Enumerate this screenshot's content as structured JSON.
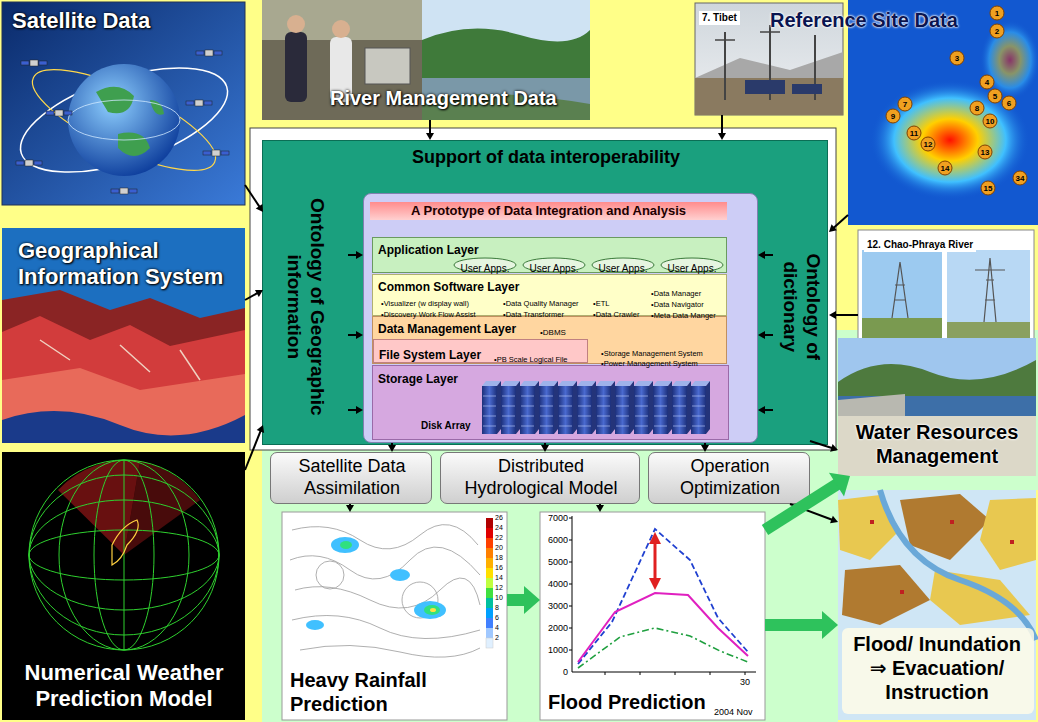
{
  "diagram": {
    "nodes": [
      {
        "text": [
          "Satellite Data"
        ]
      },
      {
        "text": [
          "River Management Data"
        ]
      },
      {
        "text": [
          "7. Tibet"
        ]
      },
      {
        "text": [
          "Reference Site Data"
        ]
      },
      {
        "text": [
          "Support of data interoperability"
        ]
      },
      {
        "text": [
          "Ontology of Geographic information"
        ],
        "in": 4
      },
      {
        "text": [
          "Ontology of dictionary"
        ],
        "in": 4
      },
      {
        "text": [
          "A Prototype of Data Integration and Analysis"
        ],
        "in": 4
      },
      {
        "text": [
          "Application Layer"
        ],
        "in": 7
      },
      {
        "text": [
          "User Apps."
        ],
        "in": 8
      },
      {
        "text": [
          "User Apps."
        ],
        "in": 8
      },
      {
        "text": [
          "User Apps."
        ],
        "in": 8
      },
      {
        "text": [
          "User Apps."
        ],
        "in": 8
      },
      {
        "text": [
          "Common Software Layer",
          "•Visualizer (w display wall)",
          "•Discovery Work Flow Assist",
          "•Data Quality Manager",
          "•Data Transformer",
          "•ETL",
          "•Data Crawler",
          "•Data Manager",
          "•Data Navigator",
          "•Meta Data Manger"
        ],
        "in": 7
      },
      {
        "text": [
          "Data Management Layer",
          "•DBMS",
          "•Storage Management System",
          "•Power Management System"
        ],
        "in": 7
      },
      {
        "text": [
          "File System Layer",
          "•PB Scale Logical File"
        ],
        "in": 14
      },
      {
        "text": [
          "Storage Layer",
          "Disk Array"
        ],
        "in": 7
      },
      {
        "text": [
          "Geographical Information System"
        ]
      },
      {
        "text": [
          "12. Chao-Phraya River"
        ]
      },
      {
        "text": [
          "Satellite Data Assimilation"
        ]
      },
      {
        "text": [
          "Distributed Hydrological Model"
        ]
      },
      {
        "text": [
          "Operation Optimization"
        ]
      },
      {
        "text": [
          "Water Resources Management"
        ]
      },
      {
        "text": [
          "Numerical Weather Prediction Model"
        ]
      },
      {
        "text": [
          "Heavy Rainfall Prediction"
        ]
      },
      {
        "text": [
          "Flood Prediction"
        ]
      },
      {
        "text": [
          "Flood/ Inundation ⇒ Evacuation/ Instruction"
        ]
      }
    ],
    "edges": [
      {
        "from": 1,
        "to": 4,
        "arrow": "to"
      },
      {
        "from": 2,
        "to": 4,
        "arrow": "to"
      },
      {
        "from": 3,
        "to": 6,
        "arrow": "to"
      },
      {
        "from": 0,
        "to": 5,
        "arrow": "to"
      },
      {
        "from": 17,
        "to": 5,
        "arrow": "to"
      },
      {
        "from": 23,
        "to": 5,
        "arrow": "to"
      },
      {
        "from": 18,
        "to": 6,
        "arrow": "to"
      },
      {
        "from": 5,
        "to": 7,
        "arrow": "to"
      },
      {
        "from": 5,
        "to": 7,
        "arrow": "to"
      },
      {
        "from": 5,
        "to": 7,
        "arrow": "to"
      },
      {
        "from": 6,
        "to": 7,
        "arrow": "to"
      },
      {
        "from": 6,
        "to": 7,
        "arrow": "to"
      },
      {
        "from": 6,
        "to": 7,
        "arrow": "to"
      },
      {
        "from": 6,
        "to": 22,
        "arrow": "to"
      },
      {
        "from": 7,
        "to": 19,
        "arrow": "to"
      },
      {
        "from": 7,
        "to": 20,
        "arrow": "to"
      },
      {
        "from": 7,
        "to": 21,
        "arrow": "to"
      },
      {
        "from": 19,
        "to": 24,
        "arrow": "to"
      },
      {
        "from": 20,
        "to": 25,
        "arrow": "to"
      },
      {
        "from": 21,
        "to": 26,
        "arrow": "to"
      },
      {
        "from": 24,
        "to": 25,
        "arrow": "to"
      },
      {
        "from": 25,
        "to": 22,
        "arrow": "to"
      },
      {
        "from": 25,
        "to": 26,
        "arrow": "to"
      }
    ],
    "labels": [
      "1",
      "2",
      "3",
      "4",
      "5",
      "6",
      "7",
      "8",
      "9",
      "10",
      "11",
      "12",
      "13",
      "14",
      "15",
      "34",
      "26",
      "24",
      "22",
      "20",
      "18",
      "16",
      "14",
      "12",
      "10",
      "8",
      "6",
      "4",
      "2",
      "7000",
      "6000",
      "5000",
      "4000",
      "3000",
      "2000",
      "1000",
      "0",
      "30",
      "2004 Nov"
    ]
  }
}
